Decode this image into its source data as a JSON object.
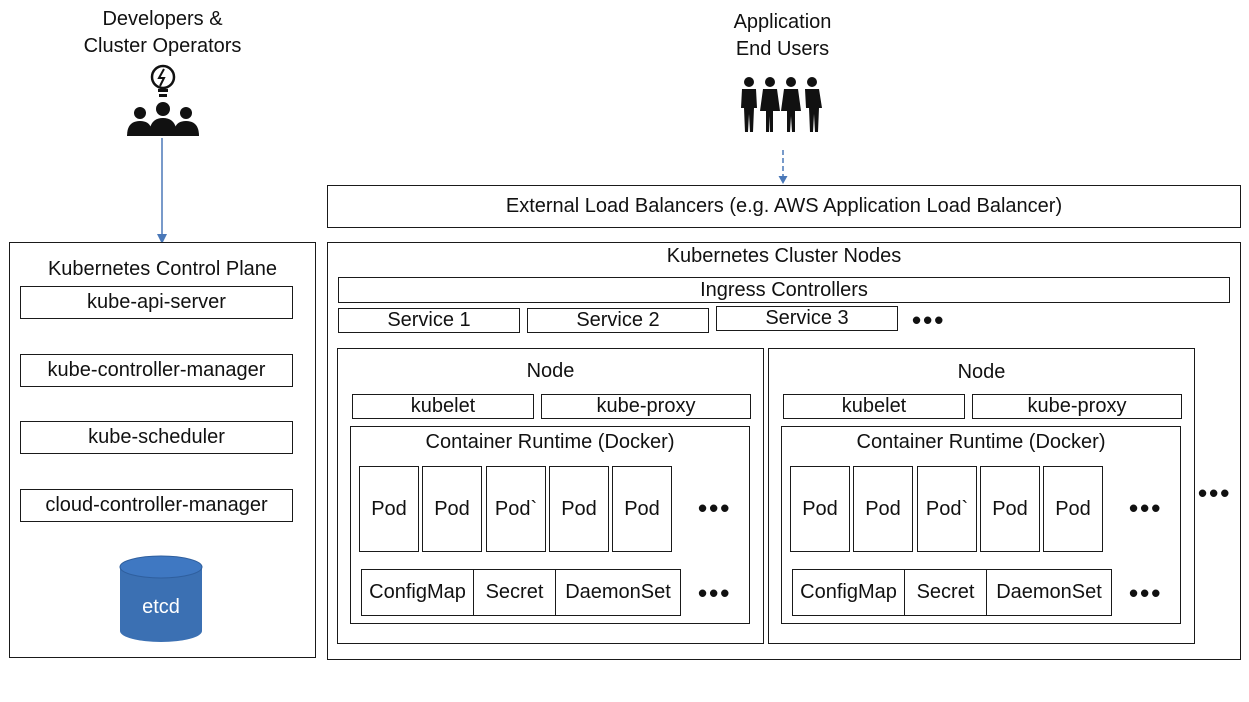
{
  "actors": {
    "developers": {
      "line1": "Developers &",
      "line2": "Cluster Operators",
      "icon": "team-lightbulb-icon"
    },
    "end_users": {
      "line1": "Application",
      "line2": "End Users",
      "icon": "users-group-icon"
    }
  },
  "load_balancer": {
    "label": "External Load Balancers (e.g. AWS Application Load Balancer)"
  },
  "control_plane": {
    "title": "Kubernetes Control Plane",
    "components": [
      "kube-api-server",
      "kube-controller-manager",
      "kube-scheduler",
      "cloud-controller-manager"
    ],
    "datastore": "etcd"
  },
  "cluster": {
    "title": "Kubernetes Cluster Nodes",
    "ingress": "Ingress Controllers",
    "services": [
      "Service 1",
      "Service 2",
      "Service 3"
    ],
    "more": "•••",
    "nodes": [
      {
        "title": "Node",
        "agents": [
          "kubelet",
          "kube-proxy"
        ],
        "runtime": "Container Runtime (Docker)",
        "pods": [
          "Pod",
          "Pod",
          "Pod`",
          "Pod",
          "Pod"
        ],
        "resources": [
          "ConfigMap",
          "Secret",
          "DaemonSet"
        ]
      },
      {
        "title": "Node",
        "agents": [
          "kubelet",
          "kube-proxy"
        ],
        "runtime": "Container Runtime (Docker)",
        "pods": [
          "Pod",
          "Pod",
          "Pod`",
          "Pod",
          "Pod"
        ],
        "resources": [
          "ConfigMap",
          "Secret",
          "DaemonSet"
        ]
      }
    ]
  },
  "colors": {
    "arrow": "#4a78b8",
    "etcd": "#3b70b3",
    "etcd_top": "#3f78c2",
    "border": "#1a1a1a"
  }
}
